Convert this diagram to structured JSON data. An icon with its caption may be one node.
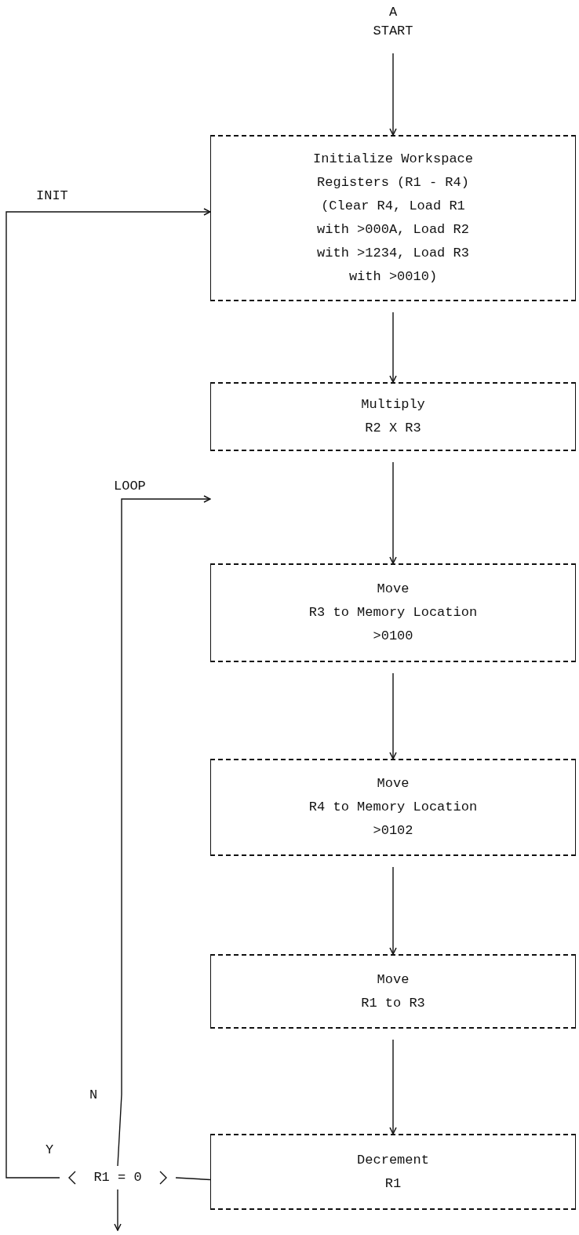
{
  "diagram": {
    "nodes": [
      {
        "text": [
          "A",
          "START"
        ]
      },
      {
        "text": [
          "Initialize Workspace Registers (R1 - R4)",
          "(Clear R4, Load R1 with >000A, Load R2 with >1234, Load R3 with >0010)"
        ]
      },
      {
        "text": [
          "Multiply",
          "R2 X R3"
        ]
      },
      {
        "text": [
          "Move",
          "R3 to Memory Location >0100"
        ]
      },
      {
        "text": [
          "Move",
          "R4 to Memory Location >0102"
        ]
      },
      {
        "text": [
          "Move",
          "R1 to R3"
        ]
      },
      {
        "text": [
          "Decrement",
          "R1"
        ]
      },
      {
        "text": [
          "R1 = 0"
        ]
      }
    ],
    "edges": [
      {
        "from": 0,
        "to": 1,
        "arrow": "to"
      },
      {
        "from": 1,
        "to": 2,
        "arrow": "to"
      },
      {
        "from": 2,
        "to": 3,
        "arrow": "to"
      },
      {
        "from": 3,
        "to": 4,
        "arrow": "to"
      },
      {
        "from": 4,
        "to": 5,
        "arrow": "to"
      },
      {
        "from": 5,
        "to": 6,
        "arrow": "to"
      },
      {
        "from": 6,
        "to": 7,
        "arrow": "none"
      },
      {
        "from": 7,
        "to": 2,
        "arrow": "to",
        "label": "N"
      },
      {
        "from": 7,
        "to": 1,
        "arrow": "to",
        "label": "Y"
      },
      {
        "from": 7,
        "to": null,
        "arrow": "to"
      }
    ],
    "labels": [
      "INIT",
      "LOOP"
    ]
  }
}
